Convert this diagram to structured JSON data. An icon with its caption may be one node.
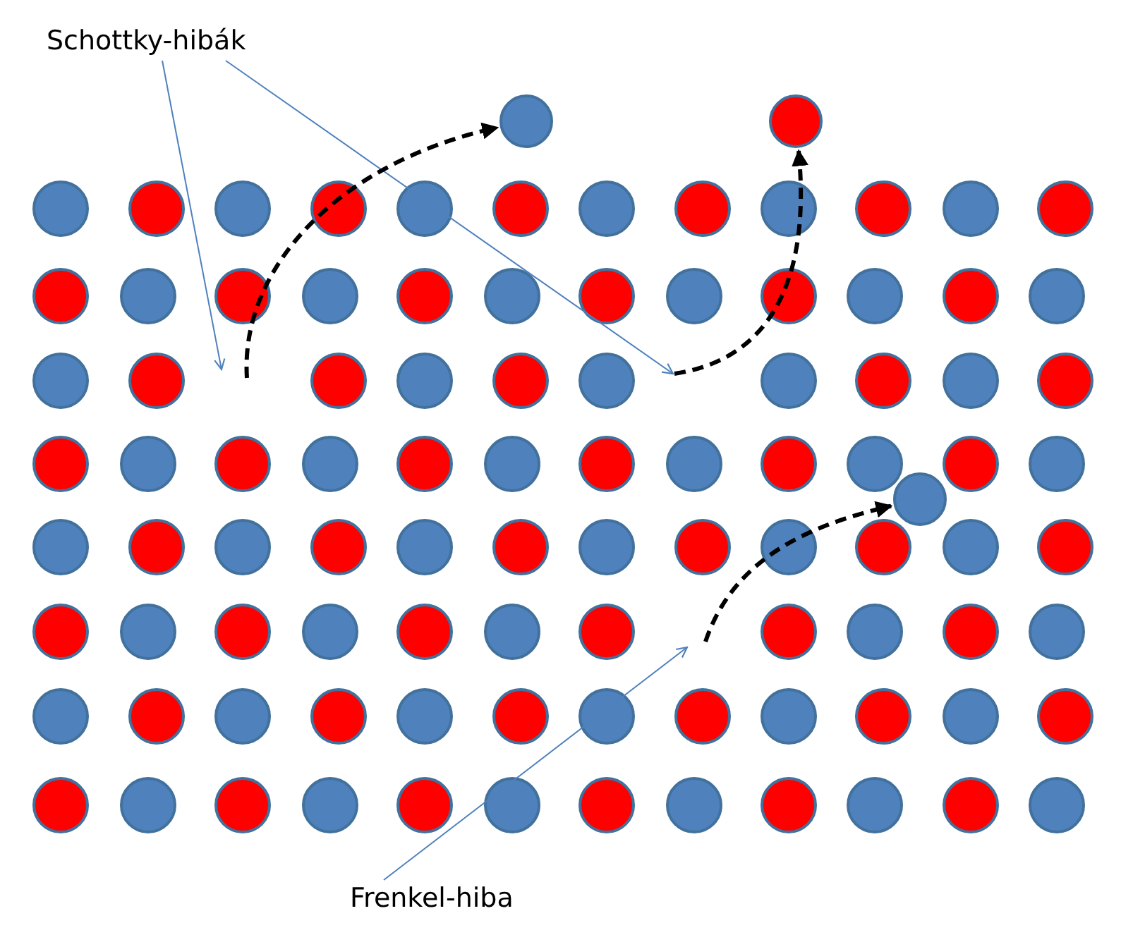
{
  "diagram": {
    "nodes": [
      {
        "text": [
          "Schottky-hibák"
        ]
      },
      {
        "text": [],
        "shape": "circle"
      },
      {
        "text": [],
        "shape": "circle"
      },
      {
        "text": [],
        "shape": "circle"
      },
      {
        "text": [
          "Frenkel-hiba"
        ]
      }
    ],
    "edges": [
      {
        "from": 0,
        "to": null,
        "arrow": "to"
      },
      {
        "from": 0,
        "to": null,
        "arrow": "to"
      },
      {
        "from": 4,
        "to": null,
        "arrow": "to"
      },
      {
        "from": null,
        "to": 1,
        "arrow": "to",
        "style": "dashed",
        "color": "#000000"
      },
      {
        "from": null,
        "to": 2,
        "arrow": "to",
        "style": "dashed",
        "color": "#000000"
      },
      {
        "from": null,
        "to": 3,
        "arrow": "to",
        "style": "dashed",
        "color": "#000000"
      }
    ]
  }
}
